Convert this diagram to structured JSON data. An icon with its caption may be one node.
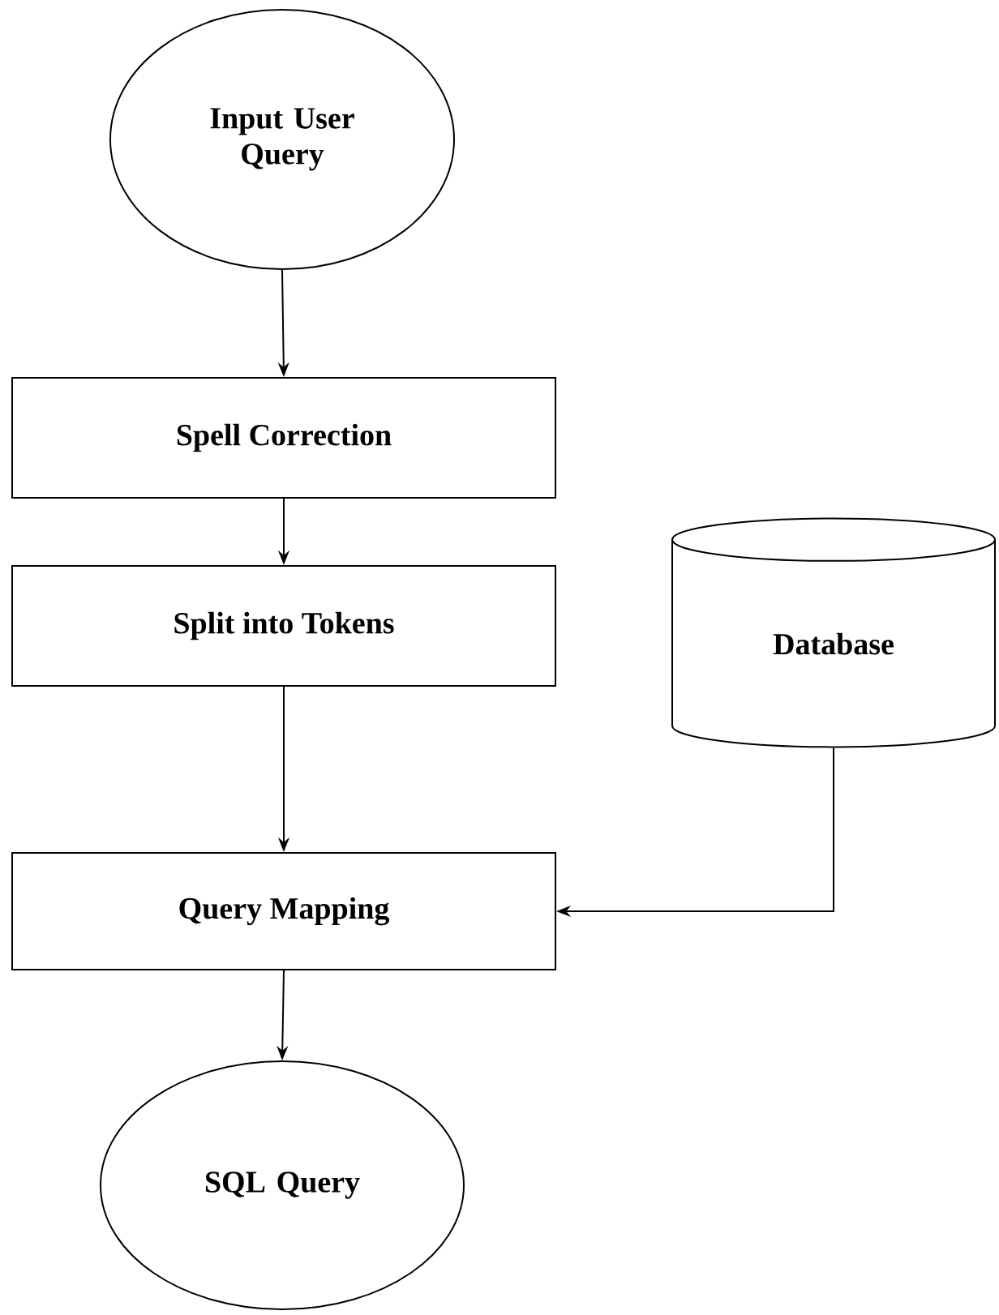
{
  "diagram": {
    "nodes": [
      {
        "text": [
          "Input User Query"
        ]
      },
      {
        "text": [
          "Spell Correction"
        ]
      },
      {
        "text": [
          "Split into Tokens"
        ]
      },
      {
        "text": [
          "Query Mapping"
        ]
      },
      {
        "text": [
          "SQL Query"
        ]
      },
      {
        "text": [
          "Database"
        ]
      }
    ],
    "edges": [
      {
        "from": 0,
        "to": 1,
        "arrow": "to"
      },
      {
        "from": 1,
        "to": 2,
        "arrow": "to"
      },
      {
        "from": 2,
        "to": 3,
        "arrow": "to"
      },
      {
        "from": 5,
        "to": 3,
        "arrow": "to"
      },
      {
        "from": 3,
        "to": 4,
        "arrow": "to"
      }
    ]
  }
}
